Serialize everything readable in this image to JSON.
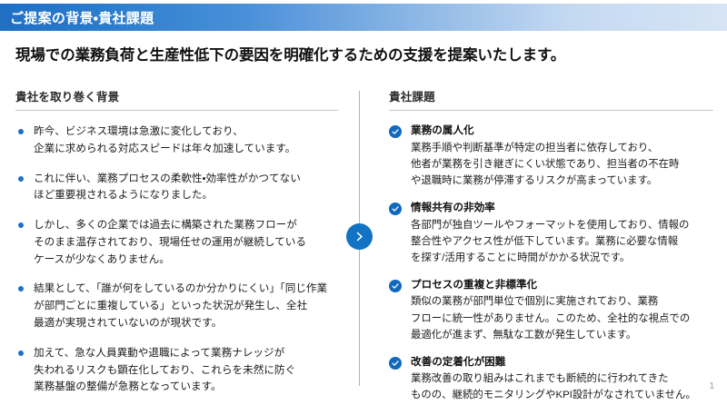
{
  "title_band": {
    "text": "ご提案の背景・貴社課題"
  },
  "headline": "現場での業務負荷と生産性低下の要因を明確化するための支援を提案いたします。",
  "left_column": {
    "heading": "貴社を取り巻く背景",
    "bullets": [
      {
        "lines": [
          "昨今、ビジネス環境は急激に変化しており、",
          "企業に求められる対応スピードは年々加速しています。"
        ]
      },
      {
        "lines": [
          "これに伴い、業務プロセスの柔軟性・効率性がかつてない",
          "ほど重要視されるようになりました。"
        ]
      },
      {
        "lines": [
          "しかし、多くの企業では過去に構築された業務フローが",
          "そのまま温存されており、現場任せの運用が継続している",
          "ケースが少なくありません。"
        ]
      },
      {
        "lines": [
          "結果として、「誰が何をしているのか分かりにくい」「同じ作業",
          "が部門ごとに重複している」といった状況が発生し、全社",
          "最適が実現されていないのが現状です。"
        ]
      },
      {
        "lines": [
          "加えて、急な人員異動や退職によって業務ナレッジが",
          "失われるリスクも顕在化しており、これらを未然に防ぐ",
          "業務基盤の整備が急務となっています。"
        ]
      }
    ]
  },
  "right_column": {
    "heading": "貴社課題",
    "items": [
      {
        "title": "業務の属人化",
        "body_lines": [
          "業務手順や判断基準が特定の担当者に依存しており、",
          "他者が業務を引き継ぎにくい状態であり、担当者の不在時",
          "や退職時に業務が停滞するリスクが高まっています。"
        ]
      },
      {
        "title": "情報共有の非効率",
        "body_lines": [
          "各部門が独自ツールやフォーマットを使用しており、情報の",
          "整合性やアクセス性が低下しています。業務に必要な情報",
          "を探す/活用することに時間がかかる状況です。"
        ]
      },
      {
        "title": "プロセスの重複と非標準化",
        "body_lines": [
          "類似の業務が部門単位で個別に実施されており、業務",
          "フローに統一性がありません。このため、全社的な視点での",
          "最適化が進まず、無駄な工数が発生しています。"
        ]
      },
      {
        "title": "改善の定着化が困難",
        "body_lines": [
          "業務改善の取り組みはこれまでも断続的に行われてきた",
          "ものの、継続的モニタリングやKPI設計がなされていません。"
        ]
      }
    ]
  },
  "connector": {
    "icon": "chevron-right-icon"
  },
  "page_number": "1",
  "colors": {
    "band_start": "#1f6fc4",
    "band_end": "#d6e4f5",
    "accent_blue": "#1f6fc4",
    "badge_blue": "#1069bd",
    "node_blue": "#1272c4",
    "rule_gray": "#c8c8c8",
    "divider_gray": "#b5b5b5",
    "page_number_gray": "#9a9a9a"
  }
}
